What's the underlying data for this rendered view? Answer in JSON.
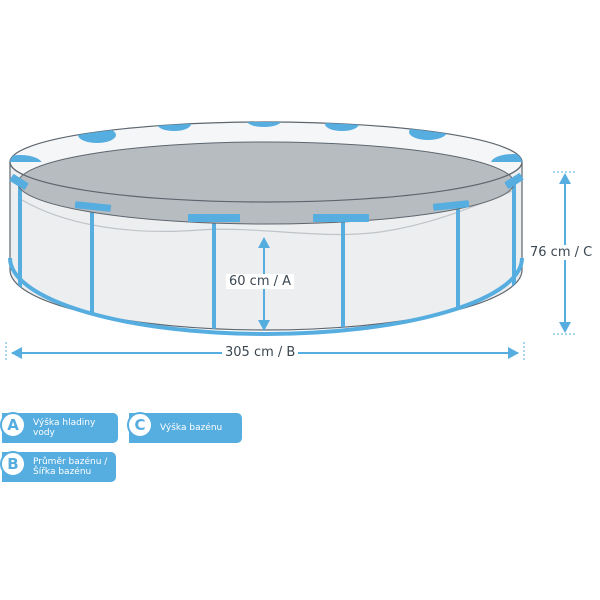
{
  "dimensions": {
    "water_height": "60 cm / A",
    "pool_diameter": "305 cm / B",
    "pool_height": "76 cm / C"
  },
  "legend": {
    "a": {
      "letter": "A",
      "line1": "Výška hladiny vody",
      "line2": ""
    },
    "b": {
      "letter": "B",
      "line1": "Průměr bazénu /",
      "line2": "Šířka bazénu"
    },
    "c": {
      "letter": "C",
      "line1": "Výška bazénu",
      "line2": ""
    }
  },
  "colors": {
    "accent_blue": "#56ade0",
    "pool_wall": "#eceef0",
    "water_surface": "#b7bcc0",
    "outline": "#5d666e"
  }
}
